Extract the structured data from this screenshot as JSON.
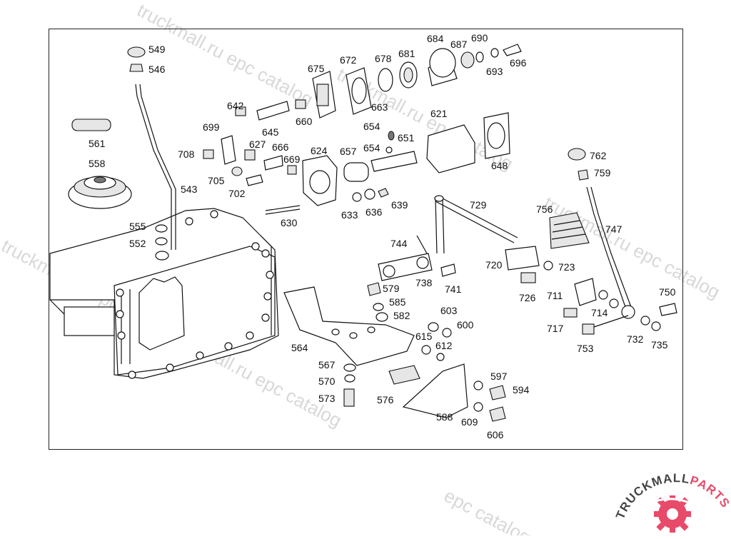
{
  "watermark": {
    "lines": [
      "truckmall.ru epc catalog",
      "truckmall.ru epc catalog",
      "truckmall.ru epc catalog",
      "truckmall.ru epc catalog",
      "epc catalog"
    ]
  },
  "logo": {
    "text_dark": "TRUCKMALL",
    "text_accent": "PARTS",
    "accent_color": "#e84a6a"
  },
  "callouts": [
    "549",
    "546",
    "561",
    "558",
    "543",
    "555",
    "552",
    "708",
    "705",
    "702",
    "699",
    "642",
    "645",
    "627",
    "666",
    "669",
    "660",
    "675",
    "672",
    "678",
    "681",
    "663",
    "684",
    "687",
    "690",
    "693",
    "696",
    "621",
    "654",
    "651",
    "654",
    "657",
    "624",
    "648",
    "630",
    "633",
    "636",
    "639",
    "744",
    "738",
    "741",
    "729",
    "720",
    "723",
    "756",
    "726",
    "711",
    "714",
    "762",
    "759",
    "747",
    "750",
    "717",
    "753",
    "732",
    "735",
    "579",
    "585",
    "582",
    "603",
    "600",
    "615",
    "612",
    "564",
    "567",
    "570",
    "573",
    "576",
    "588",
    "597",
    "594",
    "609",
    "606"
  ]
}
